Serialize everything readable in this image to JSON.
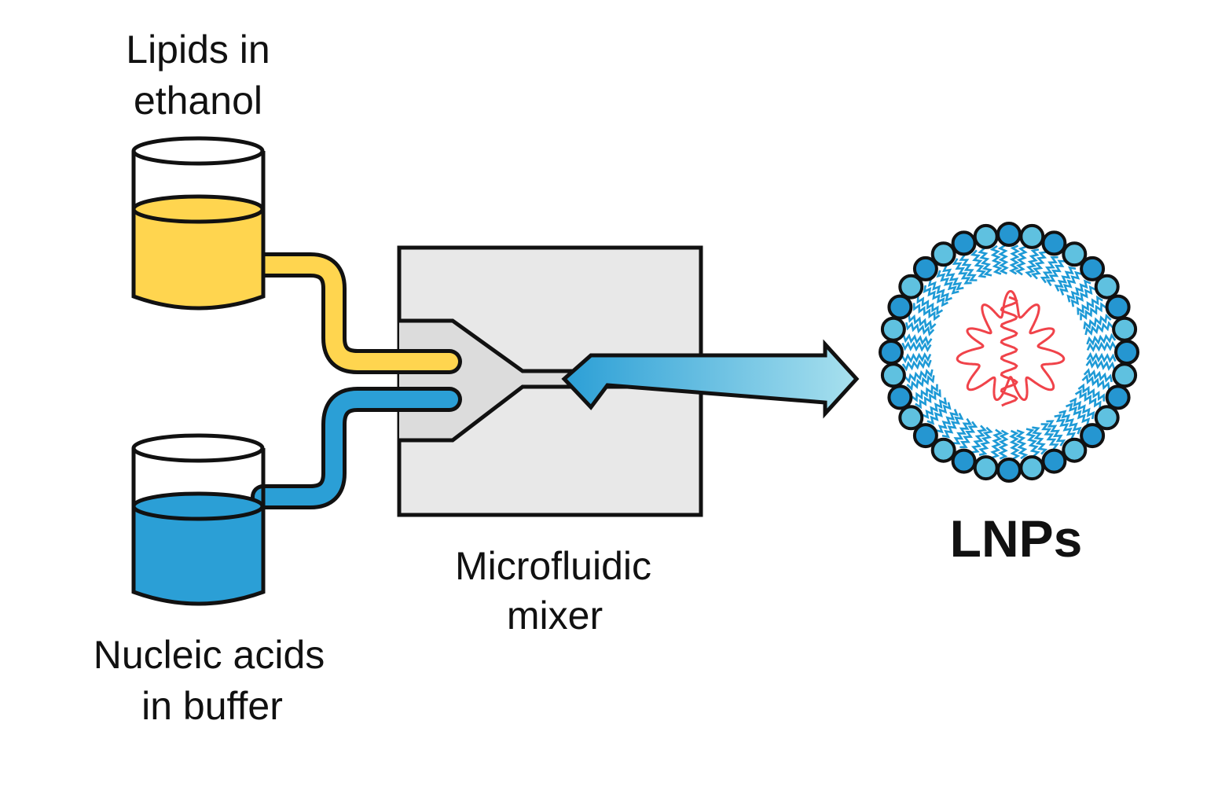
{
  "labels": {
    "lipids_line1": "Lipids in",
    "lipids_line2": "ethanol",
    "nucleic_line1": "Nucleic acids",
    "nucleic_line2": "in buffer",
    "mixer_line1": "Microfluidic",
    "mixer_line2": "mixer",
    "output": "LNPs"
  },
  "colors": {
    "lipid_liquid": "#ffd54f",
    "nucleic_liquid": "#2b9fd6",
    "mixer_body": "#e8e8e8",
    "flow_start": "#2b9fd6",
    "flow_end": "#a8e0ee",
    "lipid_head_dark": "#2596d1",
    "lipid_head_light": "#5fc1e0",
    "lipid_tail": "#1e9ad6",
    "cargo_rna": "#f0434a",
    "outline": "#111111"
  },
  "icons": {
    "lipid_beaker": "beaker-icon",
    "nucleic_beaker": "beaker-icon",
    "mixer": "microfluidic-chip-icon",
    "arrow": "flow-arrow-icon",
    "nanoparticle": "lipid-nanoparticle-icon"
  }
}
